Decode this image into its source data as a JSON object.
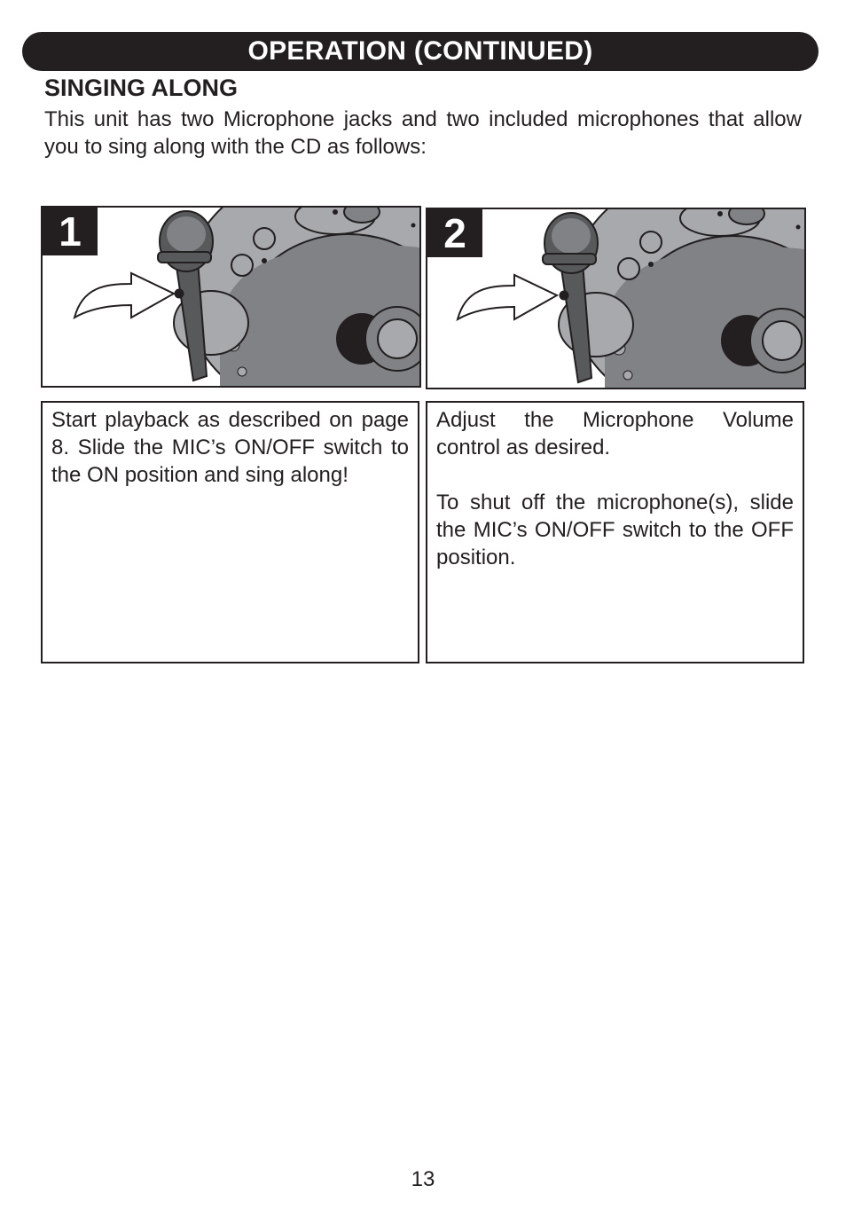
{
  "header": {
    "title": "OPERATION (CONTINUED)"
  },
  "section": {
    "title": "SINGING ALONG",
    "intro": "This unit has two Microphone jacks and two included microphones that allow you to sing along with the CD as follows:"
  },
  "steps": [
    {
      "number": "1",
      "illustration": "microphone-plugged-into-unit",
      "paragraphs": [
        "Start playback as described on page 8. Slide the MIC’s ON/OFF switch to the ON position and sing along!"
      ]
    },
    {
      "number": "2",
      "illustration": "microphone-plugged-into-unit",
      "paragraphs": [
        "Adjust the Microphone Volume control as desired.",
        "To shut off the microphone(s), slide the MIC’s ON/OFF switch to the OFF position."
      ]
    }
  ],
  "footer": {
    "page_number": "13"
  },
  "colors": {
    "ink": "#231f20",
    "unit_light": "#a7a9ac",
    "unit_mid": "#808285",
    "unit_dark": "#58595b"
  }
}
